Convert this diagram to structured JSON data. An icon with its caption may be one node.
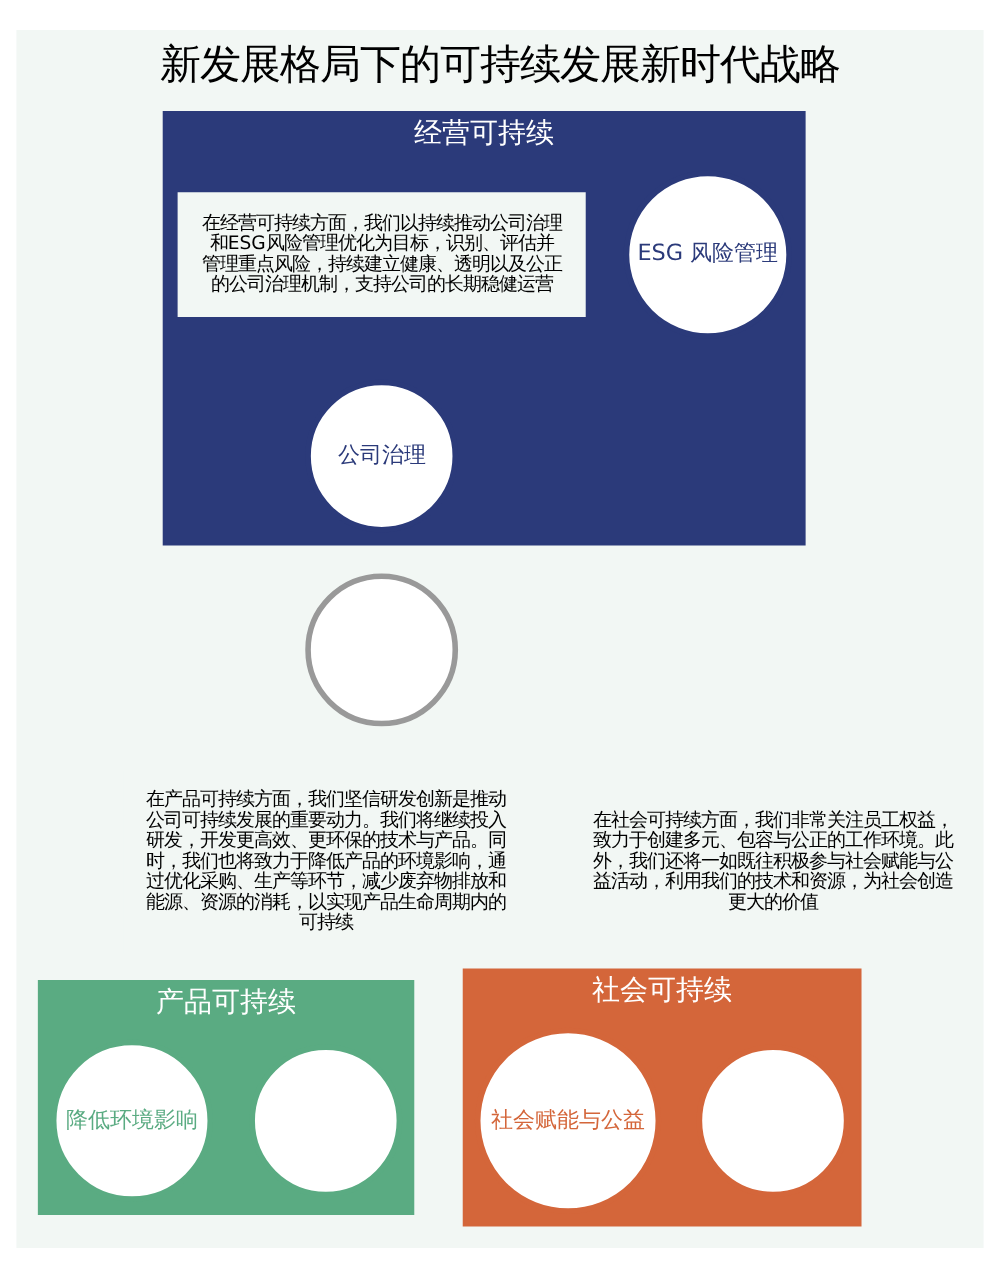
{
  "diagram": {
    "title": "新发展格局下的可持续发展新时代战略",
    "nodes": [
      {
        "text": [],
        "shape": "circle"
      },
      {
        "text": [
          "经营可持续"
        ],
        "beside": [
          "在经营可持续方面，我们以持续推动公司治理和ESG风险管理优化为目标，识别、评估并管理重点风险，持续建立健康、透明以及公正的公司治理机制，支持公司的长期稳健运营"
        ]
      },
      {
        "text": [
          "公司治理"
        ],
        "in": 1
      },
      {
        "text": [
          "ESG 风险管理"
        ],
        "in": 1
      },
      {
        "text": [
          "产品可持续"
        ],
        "beside": [
          "在产品可持续方面，我们坚信研发创新是推动公司可持续发展的重要动力。我们将继续投入研发，开发更高效、更环保的技术与产品。同时，我们也将致力于降低产品的环境影响，通过优化采购、生产等环节，减少废弃物排放和能源、资源的消耗，以实现产品生命周期内的可持续"
        ]
      },
      {
        "text": [],
        "shape": "circle",
        "in": 4
      },
      {
        "text": [
          "降低环境影响"
        ],
        "in": 4
      },
      {
        "text": [
          "社会可持续"
        ],
        "beside": [
          "在社会可持续方面，我们非常关注员工权益，致力于创建多元、包容与公正的工作环境。此外，我们还将一如既往积极参与社会赋能与公益活动，利用我们的技术和资源，为社会创造更大的价值"
        ]
      },
      {
        "text": [],
        "shape": "circle",
        "in": 7
      },
      {
        "text": [
          "社会赋能与公益"
        ],
        "in": 7
      }
    ]
  }
}
